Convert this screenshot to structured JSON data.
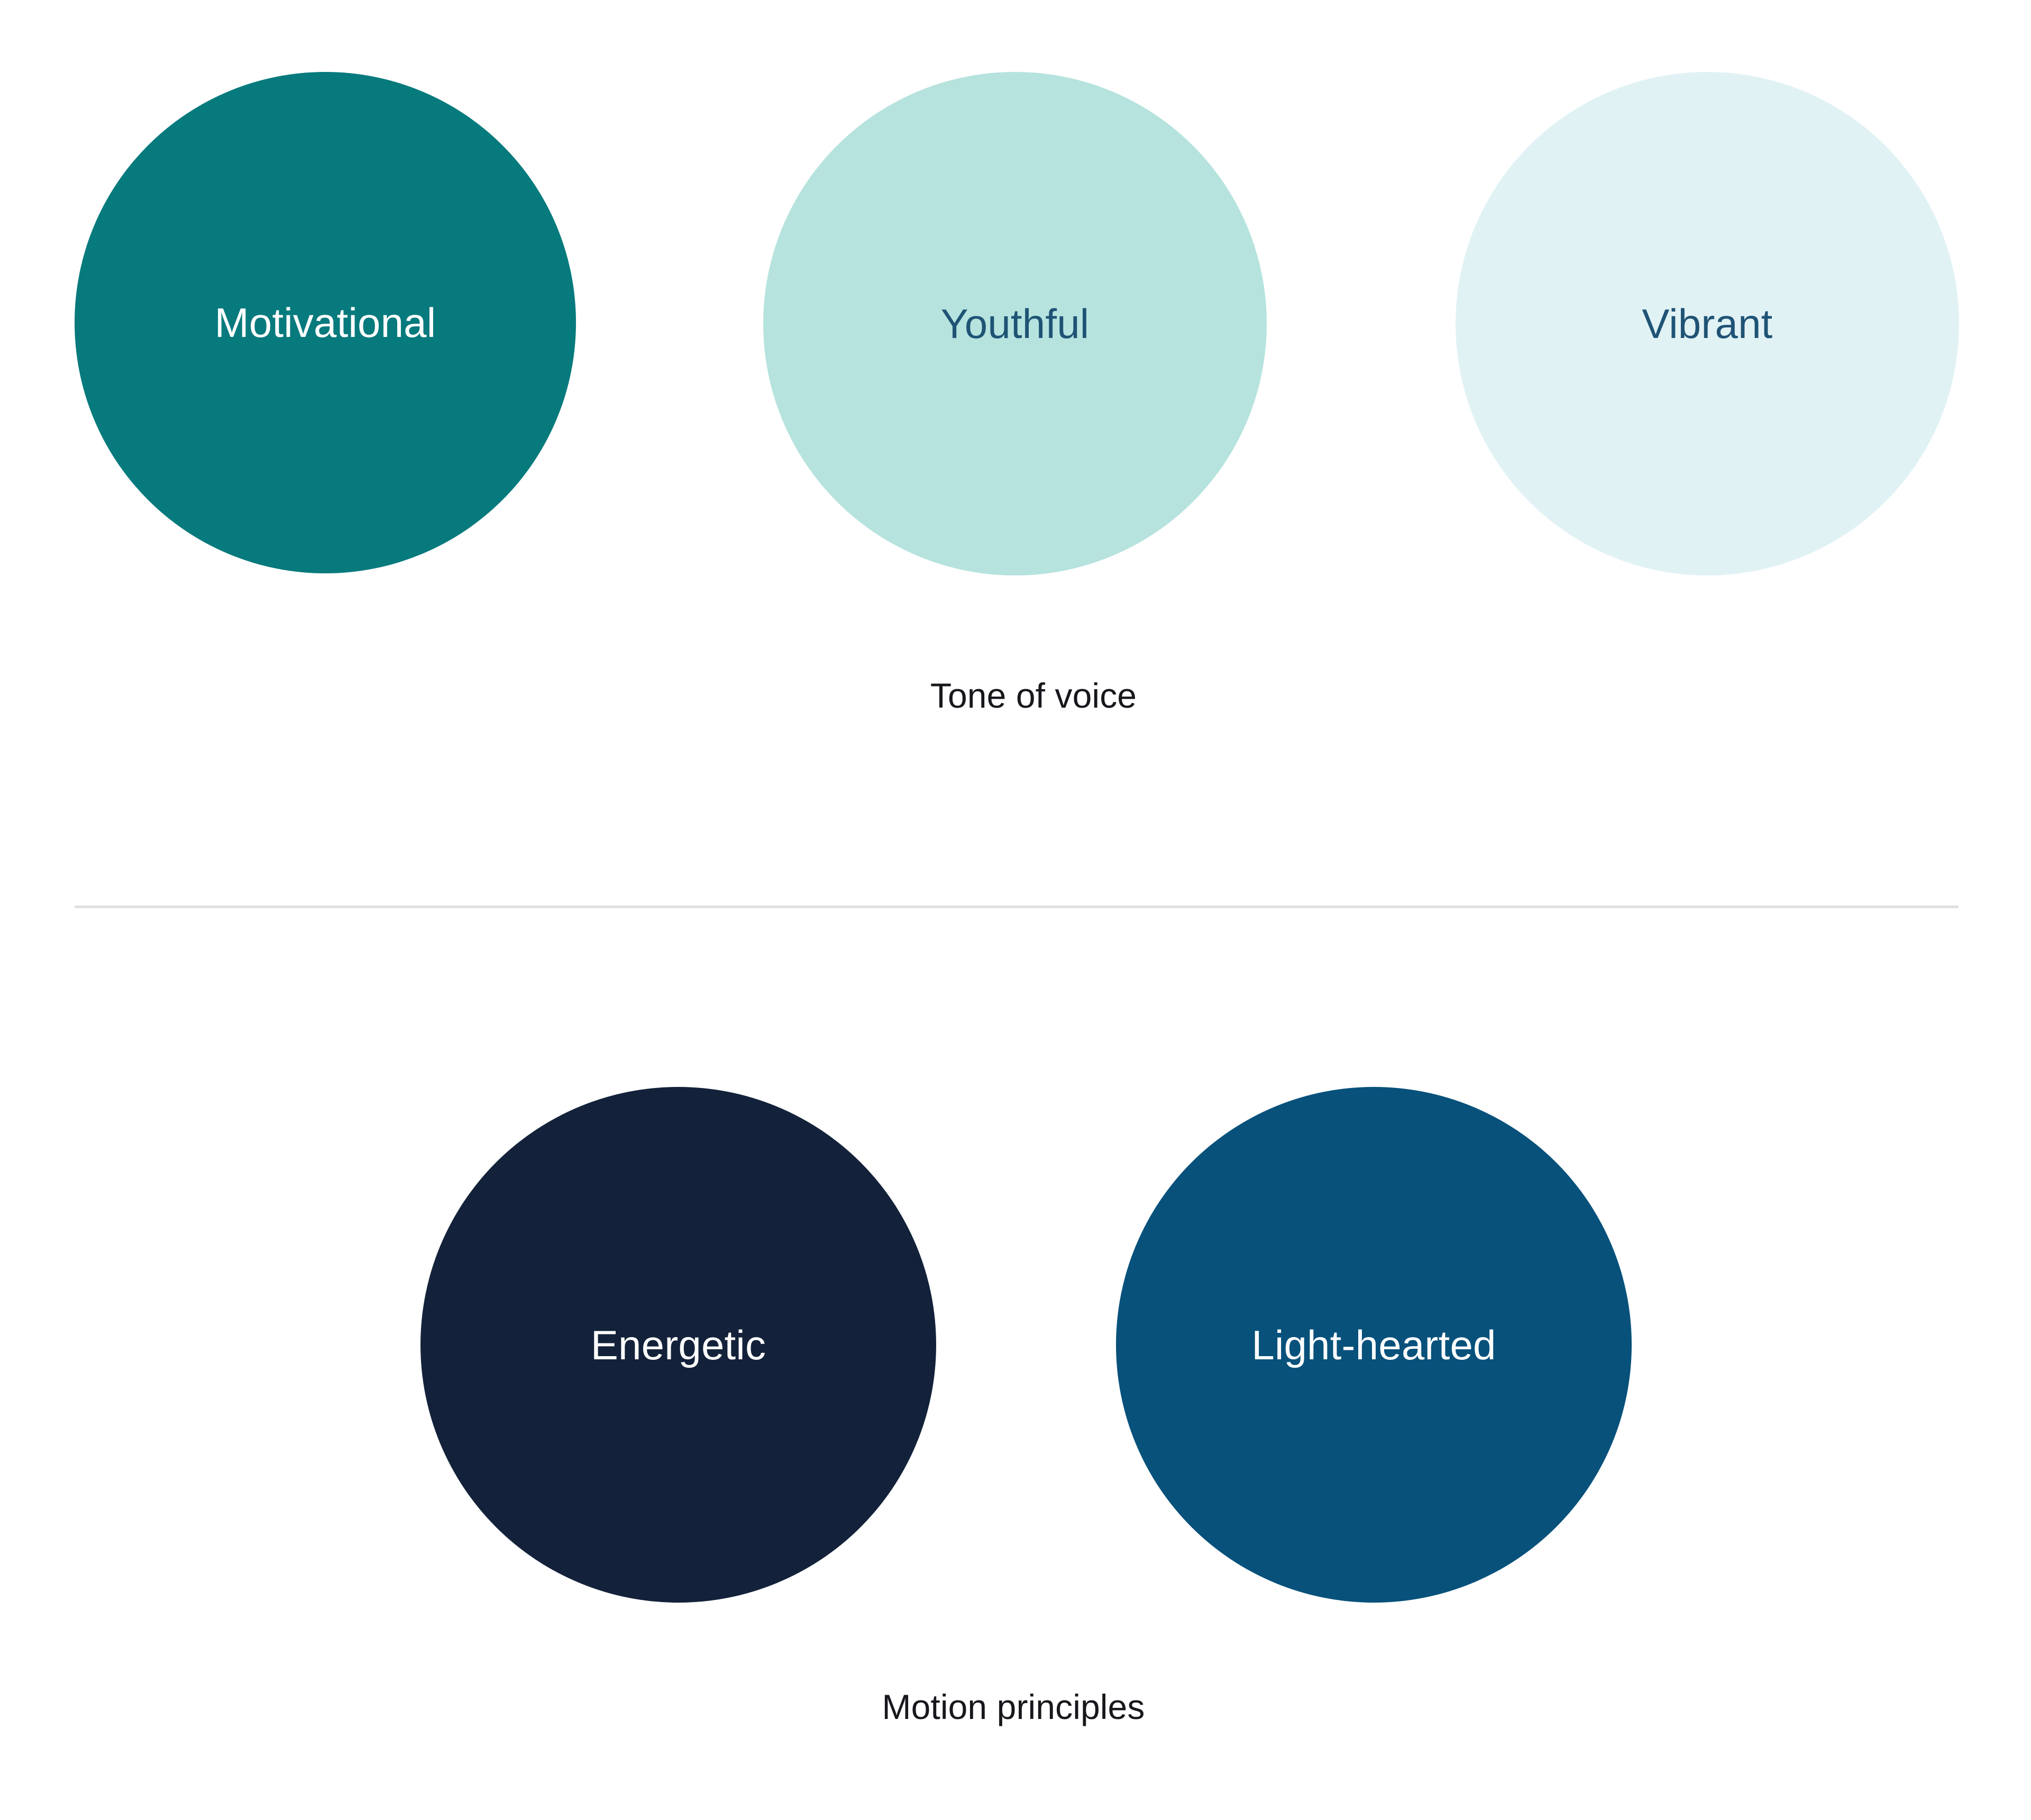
{
  "background_color": "#FFFFFF",
  "divider": {
    "color": "#E0E0E0"
  },
  "sections": [
    {
      "id": "tone-of-voice",
      "caption": "Tone of voice",
      "caption_color": "#16181C",
      "items": [
        {
          "label": "Motivational",
          "fill": "#077A7D",
          "text_color": "#FFFFFF"
        },
        {
          "label": "Youthful",
          "fill": "#B6E3DE",
          "text_color": "#1F5375"
        },
        {
          "label": "Vibrant",
          "fill": "#E1F2F5",
          "text_color": "#1F5375"
        }
      ]
    },
    {
      "id": "motion-principles",
      "caption": "Motion principles",
      "caption_color": "#16181C",
      "items": [
        {
          "label": "Energetic",
          "fill": "#13223A",
          "text_color": "#FFFFFF"
        },
        {
          "label": "Light-hearted",
          "fill": "#07517B",
          "text_color": "#FFFFFF"
        }
      ]
    }
  ]
}
